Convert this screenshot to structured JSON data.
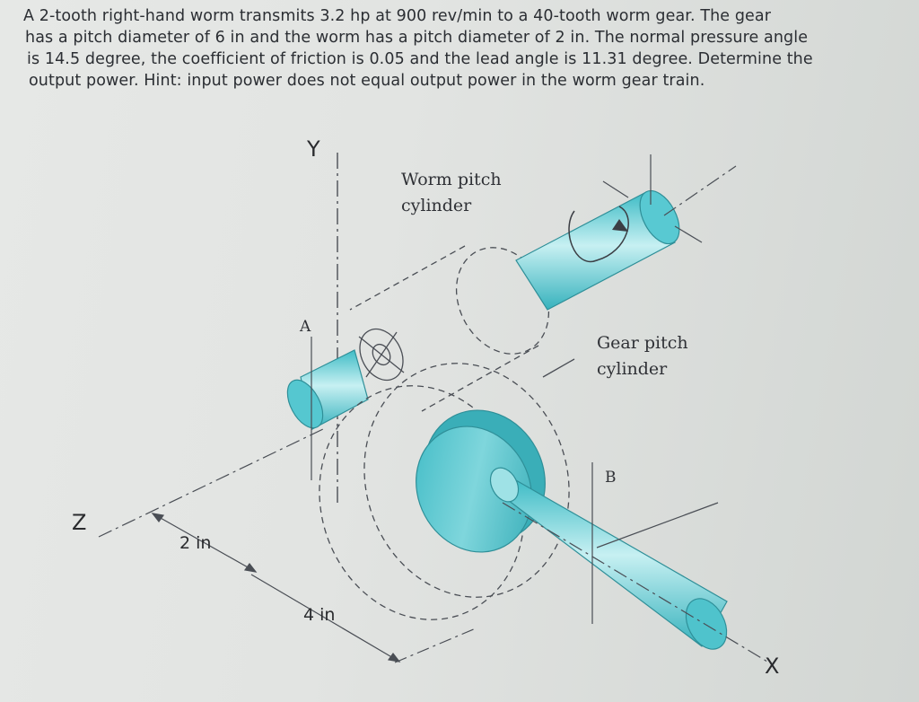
{
  "question": {
    "lines": [
      "A 2-tooth right-hand worm transmits 3.2 hp at 900 rev/min to a 40-tooth worm gear. The gear",
      "has a pitch diameter of 6 in and the worm has a pitch diameter of 2 in. The normal pressure angle",
      "is 14.5 degree, the coefficient of friction is 0.05 and the lead angle is 11.31 degree. Determine the",
      "output power. Hint: input power does not equal output power in the worm gear train."
    ]
  },
  "figure": {
    "axis_y": "Y",
    "axis_z": "Z",
    "axis_x": "X",
    "point_a": "A",
    "point_b": "B",
    "worm_label": [
      "Worm pitch",
      "cylinder"
    ],
    "gear_label": [
      "Gear pitch",
      "cylinder"
    ],
    "dim_small": "2 in",
    "dim_large": "4 in",
    "shaft_color": "#4cc6cf",
    "shaft_color_light": "#a9e6ea",
    "line_color": "#4a4e55"
  }
}
